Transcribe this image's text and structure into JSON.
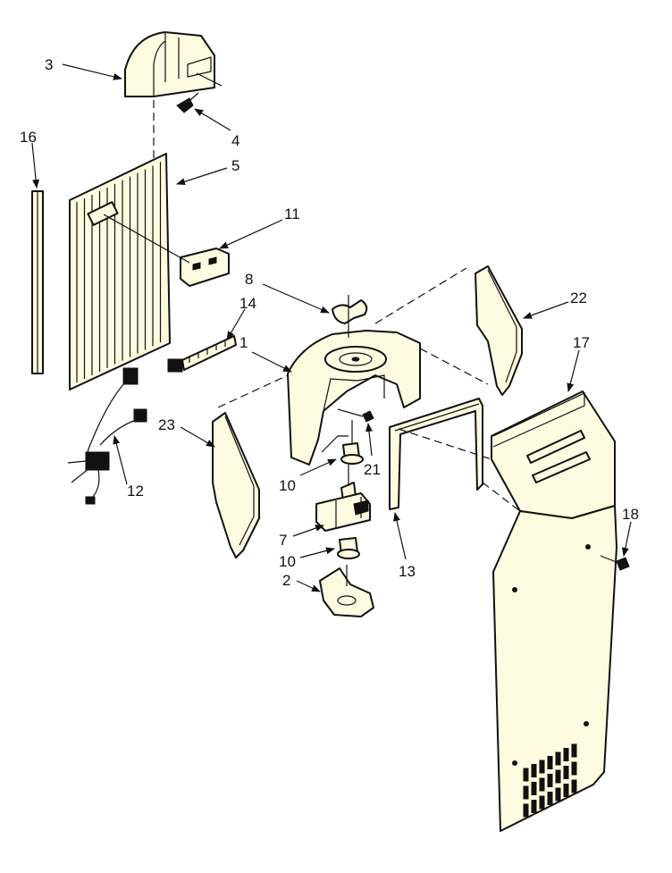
{
  "header_text": "",
  "callouts": {
    "p1": "1",
    "p2": "2",
    "p3": "3",
    "p4": "4",
    "p5": "5",
    "p7": "7",
    "p8": "8",
    "p10a": "10",
    "p10b": "10",
    "p11": "11",
    "p12": "12",
    "p13": "13",
    "p14": "14",
    "p16": "16",
    "p17": "17",
    "p18": "18",
    "p21": "21",
    "p22": "22",
    "p23": "23"
  },
  "colors": {
    "part_fill": "#fffbe0",
    "line": "#111111",
    "background": "#ffffff"
  }
}
